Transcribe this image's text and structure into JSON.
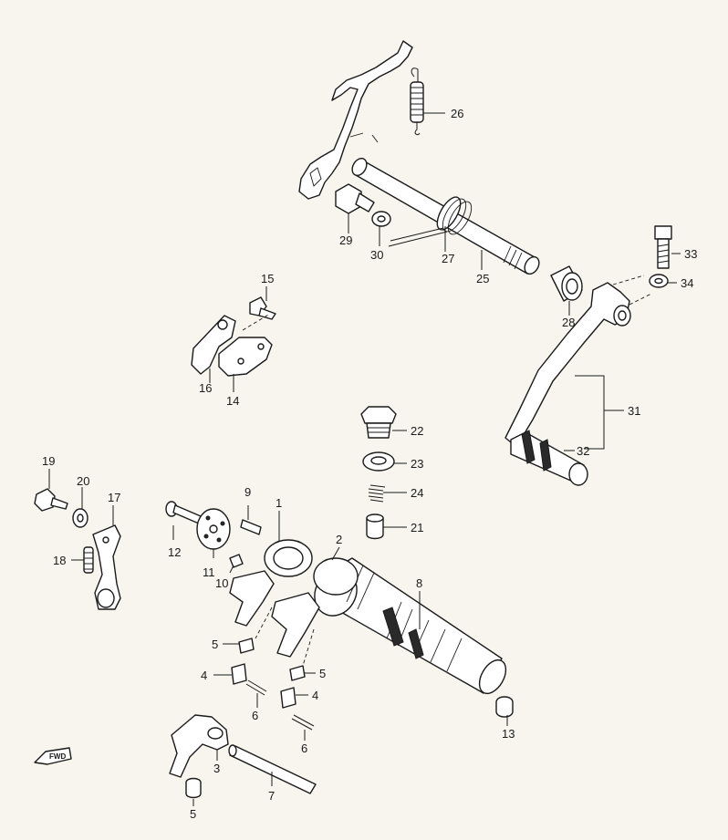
{
  "forward_label": "FWD",
  "labels": {
    "l1": "1",
    "l2": "2",
    "l3": "3",
    "l4a": "4",
    "l4b": "4",
    "l5a": "5",
    "l5b": "5",
    "l5c": "5",
    "l6a": "6",
    "l6b": "6",
    "l7": "7",
    "l8": "8",
    "l9": "9",
    "l10": "10",
    "l11": "11",
    "l12": "12",
    "l13": "13",
    "l14": "14",
    "l15": "15",
    "l16": "16",
    "l17": "17",
    "l18": "18",
    "l19": "19",
    "l20": "20",
    "l21": "21",
    "l22": "22",
    "l23": "23",
    "l24": "24",
    "l25": "25",
    "l26": "26",
    "l27": "27",
    "l28": "28",
    "l29": "29",
    "l30": "30",
    "l31": "31",
    "l32": "32",
    "l33": "33",
    "l34": "34"
  }
}
